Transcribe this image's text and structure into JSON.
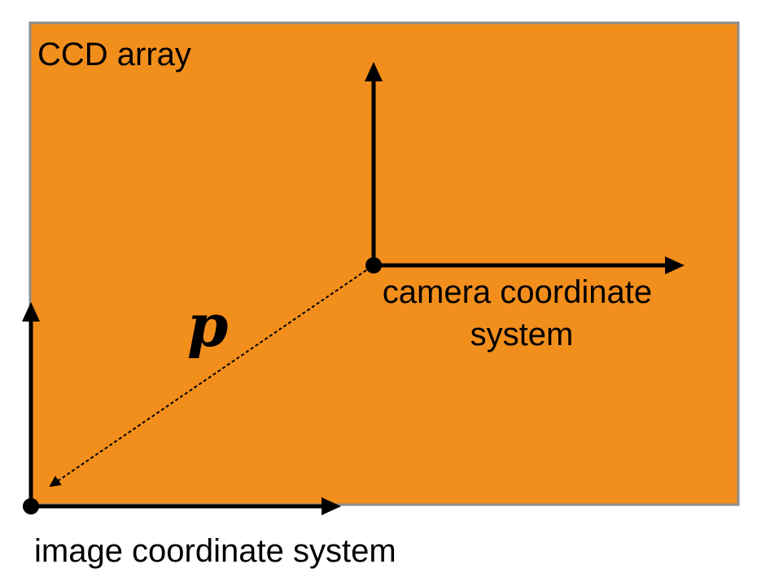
{
  "labels": {
    "ccd_array": "CCD array",
    "camera_line1": "camera coordinate",
    "camera_line2": "system",
    "image_system": "image coordinate system",
    "vector": "p"
  },
  "colors": {
    "ccd_fill": "#F28E1C",
    "ccd_border": "#8C8C8C",
    "axis": "#000000",
    "background": "#FFFFFF"
  },
  "icons": {
    "camera_origin": "origin-dot-icon",
    "image_origin": "origin-dot-icon",
    "arrowhead": "arrowhead-icon"
  }
}
